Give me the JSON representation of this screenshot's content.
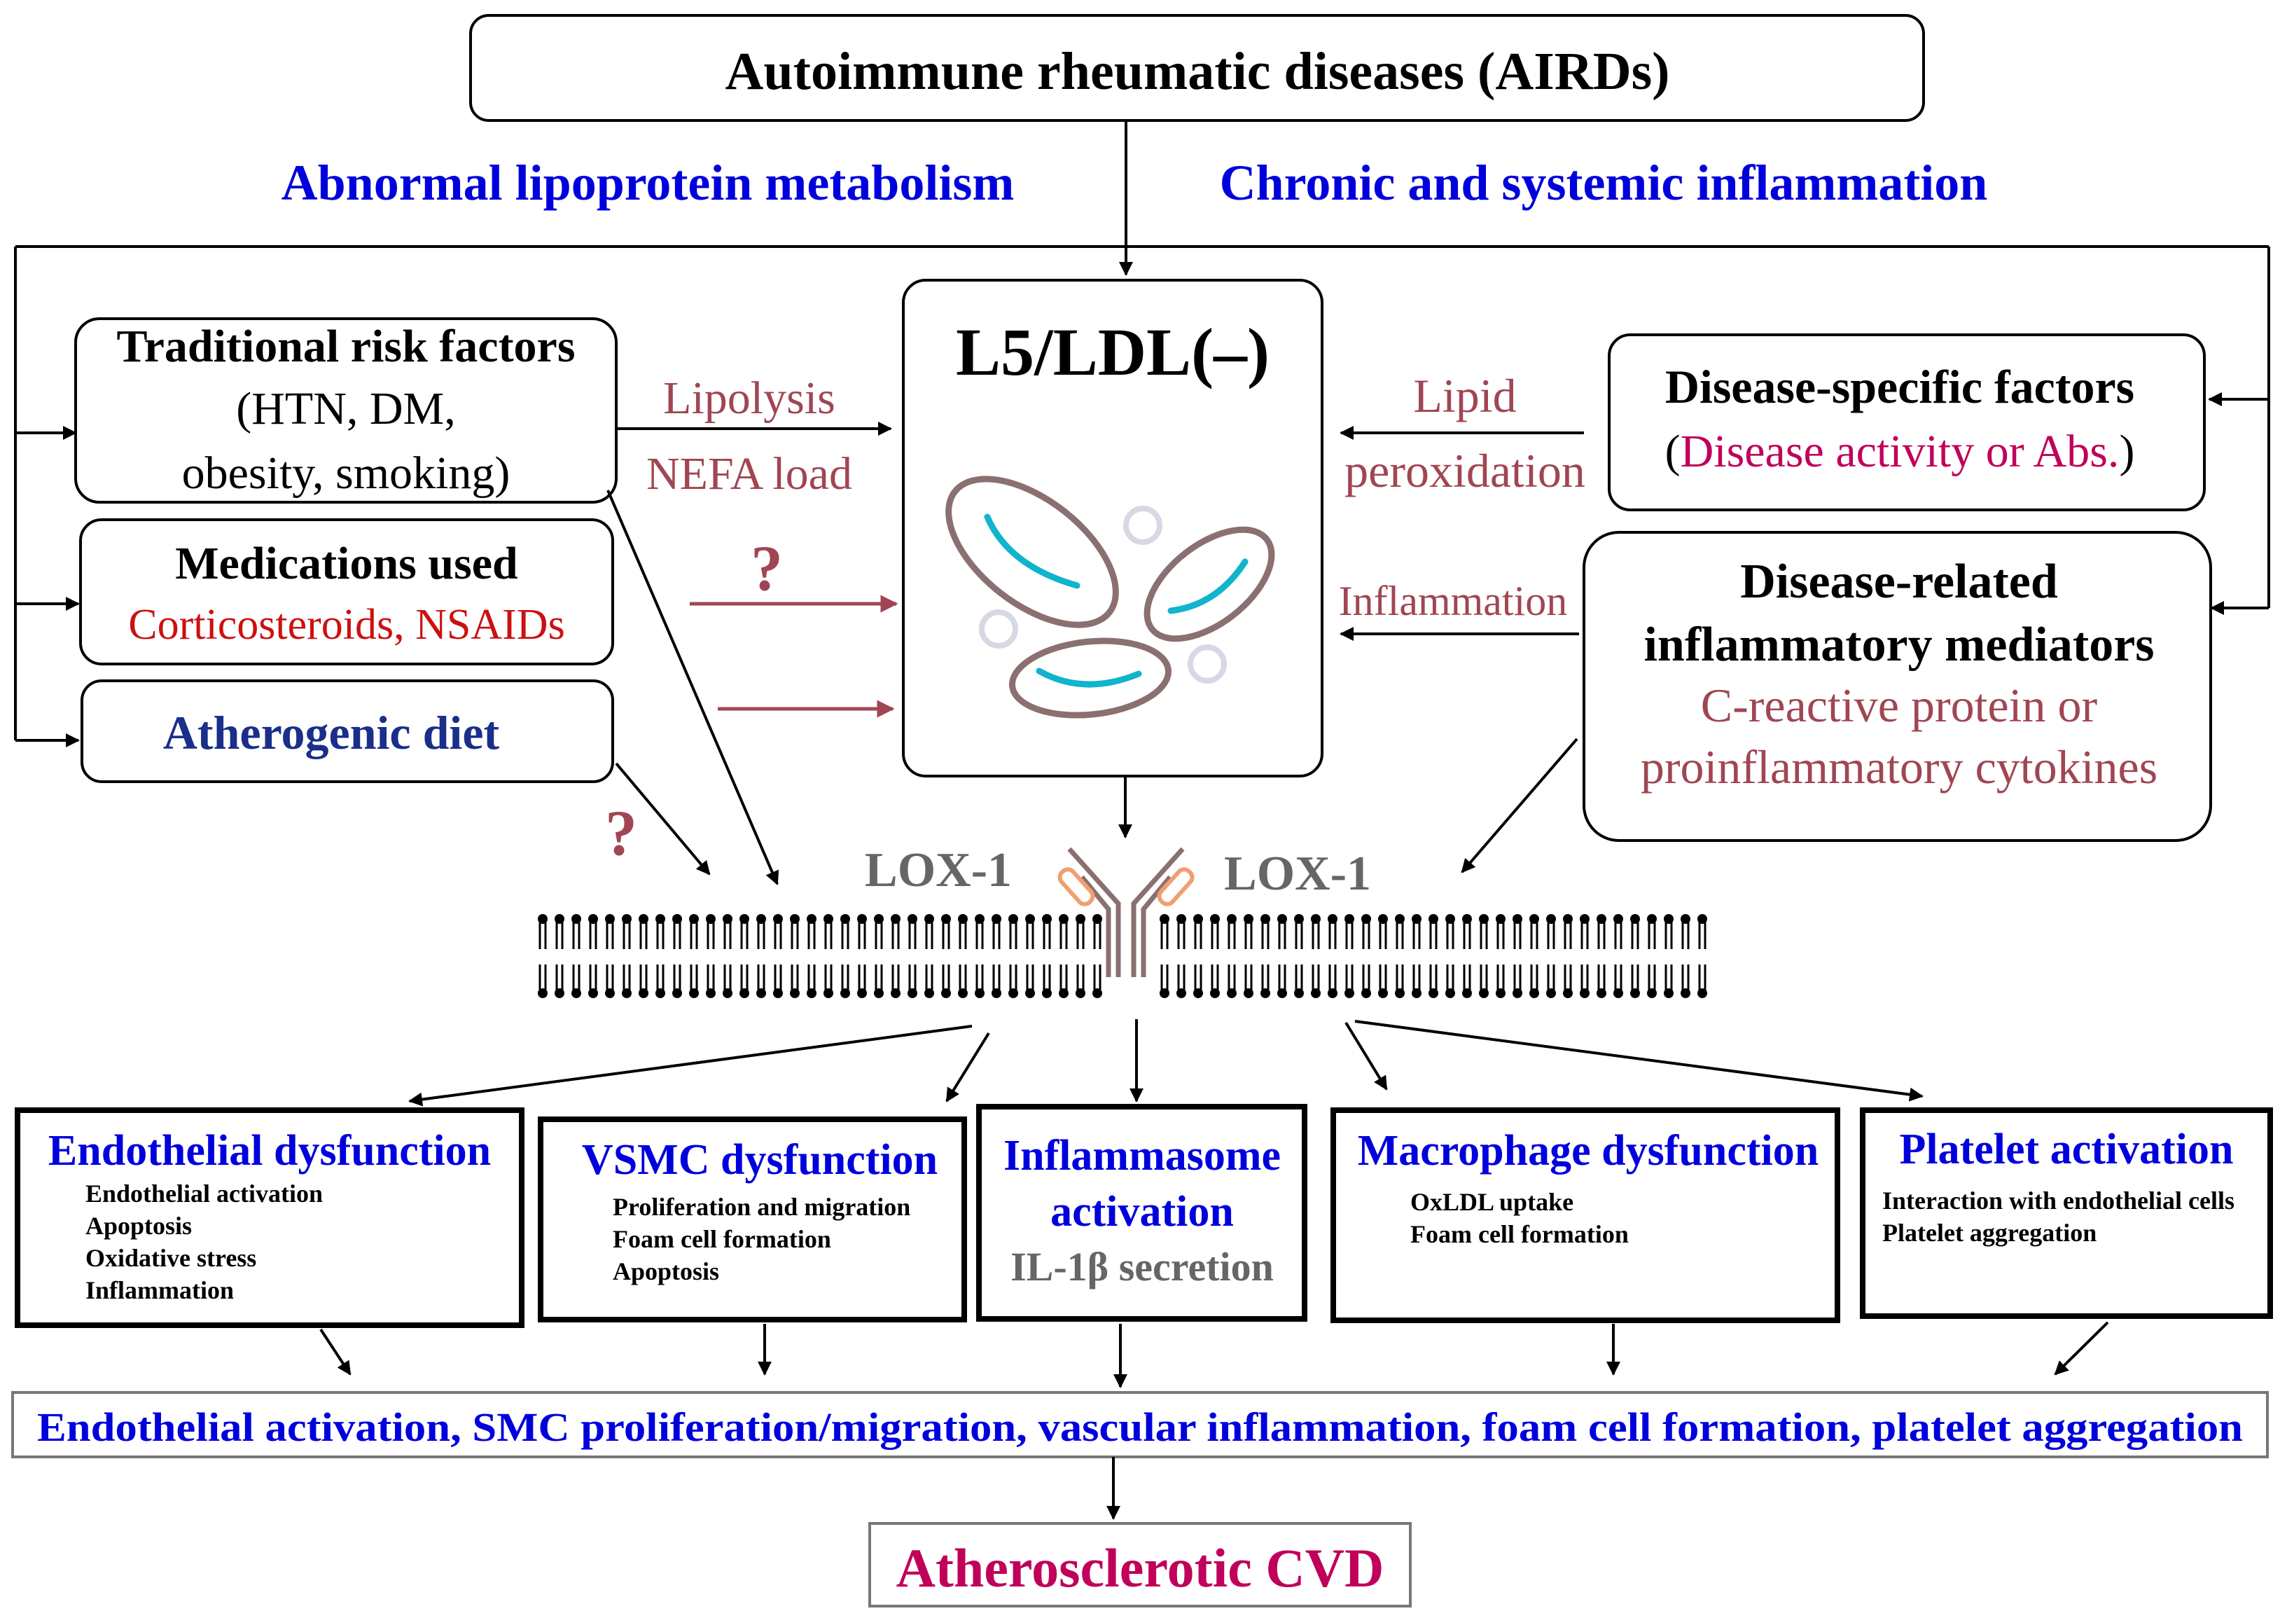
{
  "title": "Autoimmune rheumatic diseases (AIRDs)",
  "branches": {
    "left": "Abnormal lipoprotein metabolism",
    "right": "Chronic and systemic inflammation"
  },
  "center": {
    "label": "L5/LDL(–)"
  },
  "left_factors": {
    "traditional": {
      "title": "Traditional risk factors",
      "line1": "(HTN, DM,",
      "line2": "obesity, smoking)"
    },
    "medications": {
      "title": "Medications used",
      "detail": "Corticosteroids, NSAIDs"
    },
    "diet": {
      "title": "Atherogenic diet"
    }
  },
  "left_arrow_labels": {
    "lipolysis": "Lipolysis",
    "nefa": "NEFA load",
    "question_mark": "?"
  },
  "right_factors": {
    "disease_specific": {
      "title": "Disease-specific factors",
      "paren_open": "(",
      "detail": "Disease activity or Abs.",
      "paren_close": ")"
    },
    "mediators": {
      "title_line1": "Disease-related",
      "title_line2": "inflammatory mediators",
      "detail_line1": "C-reactive protein or",
      "detail_line2": "proinflammatory cytokines"
    }
  },
  "right_arrow_labels": {
    "lipid": "Lipid",
    "peroxidation": "peroxidation",
    "inflammation": "Inflammation"
  },
  "receptor": {
    "label_left": "LOX-1",
    "label_right": "LOX-1"
  },
  "effects": [
    {
      "title": "Endothelial dysfunction",
      "items": [
        "Endothelial activation",
        "Apoptosis",
        "Oxidative stress",
        "Inflammation"
      ]
    },
    {
      "title": "VSMC dysfunction",
      "items": [
        "Proliferation and migration",
        "Foam cell formation",
        "Apoptosis"
      ]
    },
    {
      "title_line1": "Inflammasome",
      "title_line2": "activation",
      "subtitle": "IL-1β secretion"
    },
    {
      "title": "Macrophage dysfunction",
      "items": [
        "OxLDL uptake",
        "Foam cell formation"
      ]
    },
    {
      "title": "Platelet activation",
      "items": [
        "Interaction with endothelial cells",
        "Platelet aggregation"
      ]
    }
  ],
  "summary": "Endothelial activation, SMC proliferation/migration, vascular inflammation, foam cell formation, platelet aggregation",
  "outcome": "Atherosclerotic CVD",
  "colors": {
    "black": "#000000",
    "blue": "#0000dd",
    "navy": "#1a2e8a",
    "red": "#cc1010",
    "crimson": "#c0005a",
    "mauve": "#a04652",
    "gray": "#666666",
    "cyan": "#10b4cc",
    "particle": "#8a7070"
  }
}
